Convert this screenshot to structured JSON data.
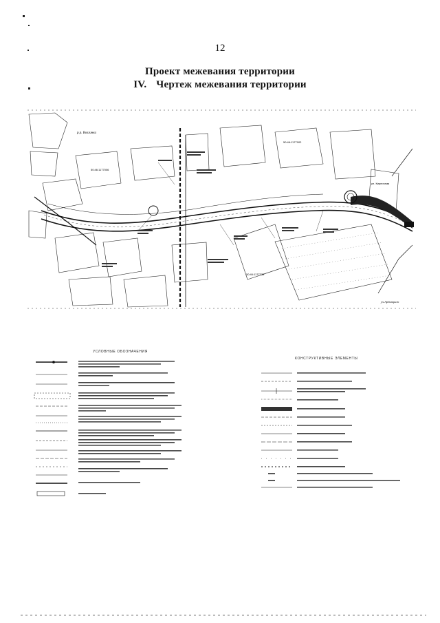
{
  "page": {
    "number": "12",
    "title_line1": "Проект межевания территории",
    "section_num": "IV.",
    "section_title": "Чертеж межевания территории"
  },
  "map": {
    "labels": [
      "р.р. Волгинка",
      "50:46:1177002",
      "50:46:1177006",
      "50:46:1177239",
      "ул. Кирпичная",
      "уч.Арбитраж"
    ]
  },
  "legend": {
    "left_title": "УСЛОВНЫЕ ОБОЗНАЧЕНИЯ",
    "right_title": "КОНСТРУКТИВНЫЕ ЭЛЕМЕНТЫ"
  },
  "colors": {
    "ink": "#111111",
    "paper": "#ffffff"
  }
}
